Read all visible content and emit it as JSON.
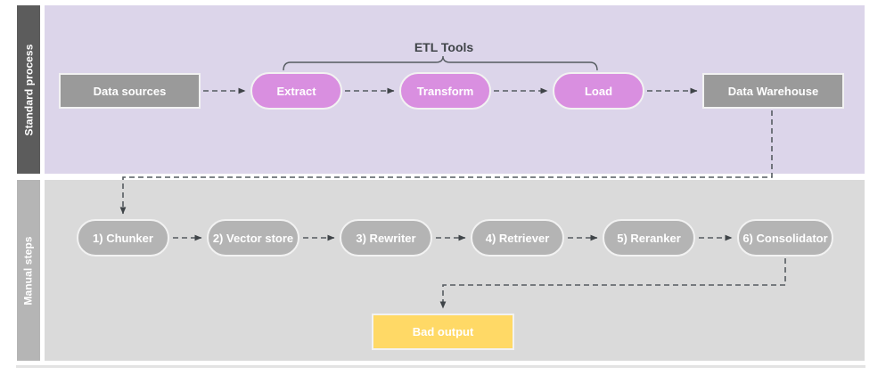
{
  "diagram": {
    "title": "ETL and manual RAG pipeline swimlane diagram",
    "colors": {
      "lane_top_header_bg": "#5c5c5c",
      "lane_top_body_bg": "#dcd5ea",
      "lane_bottom_header_bg": "#b5b5b5",
      "lane_bottom_body_bg": "#dadada",
      "node_gray": "#9a9a9a",
      "node_purple": "#d98fe0",
      "node_soft_gray": "#b4b4b4",
      "node_yellow": "#ffd966",
      "edge_stroke": "#555b60",
      "node_text": "#ffffff",
      "label_text": "#3f4448"
    }
  },
  "lanes": [
    {
      "id": "standard-process",
      "label": "Standard process"
    },
    {
      "id": "manual-steps",
      "label": "Manual steps"
    }
  ],
  "annotations": {
    "etl_bracket_label": "ETL Tools"
  },
  "standard_process": {
    "nodes": [
      {
        "id": "data-sources",
        "label": "Data sources",
        "shape": "rect",
        "color": "gray"
      },
      {
        "id": "extract",
        "label": "Extract",
        "shape": "pill",
        "color": "purple"
      },
      {
        "id": "transform",
        "label": "Transform",
        "shape": "pill",
        "color": "purple"
      },
      {
        "id": "load",
        "label": "Load",
        "shape": "pill",
        "color": "purple"
      },
      {
        "id": "data-warehouse",
        "label": "Data Warehouse",
        "shape": "rect",
        "color": "gray"
      }
    ]
  },
  "manual_steps": {
    "nodes": [
      {
        "id": "chunker",
        "label": "1) Chunker",
        "shape": "pill",
        "color": "softgray"
      },
      {
        "id": "vector-store",
        "label": "2) Vector store",
        "shape": "pill",
        "color": "softgray"
      },
      {
        "id": "rewriter",
        "label": "3) Rewriter",
        "shape": "pill",
        "color": "softgray"
      },
      {
        "id": "retriever",
        "label": "4) Retriever",
        "shape": "pill",
        "color": "softgray"
      },
      {
        "id": "reranker",
        "label": "5) Reranker",
        "shape": "pill",
        "color": "softgray"
      },
      {
        "id": "consolidator",
        "label": "6) Consolidator",
        "shape": "pill",
        "color": "softgray"
      },
      {
        "id": "bad-output",
        "label": "Bad output",
        "shape": "rect",
        "color": "yellow"
      }
    ]
  },
  "edges": [
    {
      "from": "data-sources",
      "to": "extract",
      "style": "dashed-arrow"
    },
    {
      "from": "extract",
      "to": "transform",
      "style": "dashed-arrow"
    },
    {
      "from": "transform",
      "to": "load",
      "style": "dashed-arrow"
    },
    {
      "from": "load",
      "to": "data-warehouse",
      "style": "dashed-arrow"
    },
    {
      "from": "data-warehouse",
      "to": "chunker",
      "style": "dashed-arrow-elbow"
    },
    {
      "from": "chunker",
      "to": "vector-store",
      "style": "dashed-arrow"
    },
    {
      "from": "vector-store",
      "to": "rewriter",
      "style": "dashed-arrow"
    },
    {
      "from": "rewriter",
      "to": "retriever",
      "style": "dashed-arrow"
    },
    {
      "from": "retriever",
      "to": "reranker",
      "style": "dashed-arrow"
    },
    {
      "from": "reranker",
      "to": "consolidator",
      "style": "dashed-arrow"
    },
    {
      "from": "consolidator",
      "to": "bad-output",
      "style": "dashed-arrow-elbow"
    }
  ]
}
